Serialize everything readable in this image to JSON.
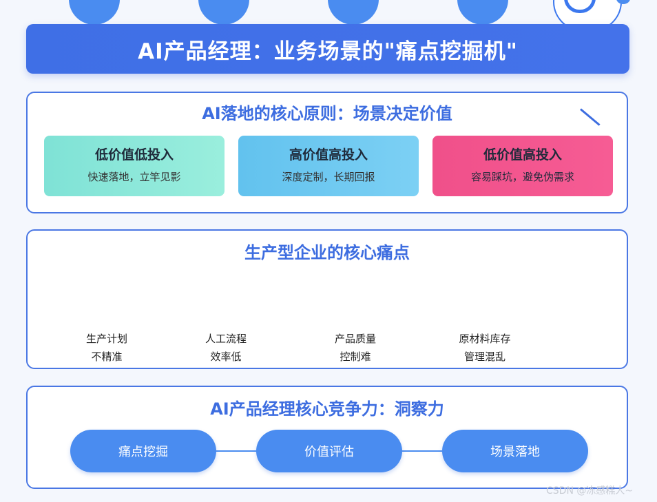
{
  "banner": {
    "title": "AI产品经理：业务场景的\"痛点挖掘机\""
  },
  "principles": {
    "title": "AI落地的核心原则：场景决定价值",
    "cards": [
      {
        "title": "低价值低投入",
        "subtitle": "快速落地，立竿见影",
        "color": "#8ee8d9"
      },
      {
        "title": "高价值高投入",
        "subtitle": "深度定制，长期回报",
        "color": "#6fc8f1"
      },
      {
        "title": "低价值高投入",
        "subtitle": "容易踩坑，避免伪需求",
        "color": "#f4558f"
      }
    ]
  },
  "pain_points": {
    "title": "生产型企业的核心痛点",
    "items": [
      {
        "line1": "生产计划",
        "line2": "不精准"
      },
      {
        "line1": "人工流程",
        "line2": "效率低"
      },
      {
        "line1": "产品质量",
        "line2": "控制难"
      },
      {
        "line1": "原材料库存",
        "line2": "管理混乱"
      }
    ]
  },
  "competence": {
    "title": "AI产品经理核心竞争力：洞察力",
    "steps": [
      "痛点挖掘",
      "价值评估",
      "场景落地"
    ]
  },
  "watermark": "CSDN @冻感糕人~",
  "colors": {
    "primary": "#4472ea",
    "pill": "#4a8cf0"
  }
}
